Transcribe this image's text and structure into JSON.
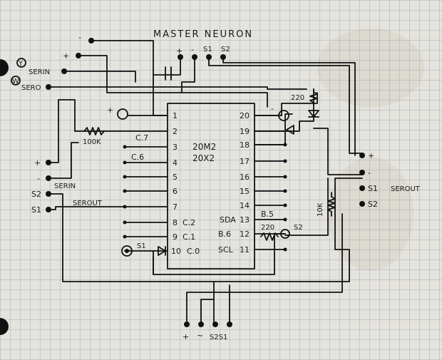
{
  "title": "MASTER NEURON",
  "chip": {
    "part": "20M2",
    "format": "20X2"
  },
  "top_header": {
    "plus": "+",
    "minus": "-",
    "s1": "S1",
    "s2": "S2"
  },
  "top_left": {
    "minus": "-",
    "plus": "+",
    "serin": "SERIN",
    "sero": "SERO",
    "serin_mark": "Y",
    "sero_mark": "W"
  },
  "left_header": {
    "plus": "+",
    "minus": "-",
    "serin": "SERIN",
    "s2": "S2",
    "s1": "S1",
    "serout": "SEROUT"
  },
  "right_header": {
    "plus": "+",
    "minus": "-",
    "s1": "S1",
    "s2": "S2",
    "serout": "SEROUT"
  },
  "bottom_header": {
    "plus": "+",
    "minus": "~",
    "s2s1": "S2S1"
  },
  "pins_left": [
    {
      "num": "1",
      "name": ""
    },
    {
      "num": "2",
      "name": ""
    },
    {
      "num": "3",
      "name": ""
    },
    {
      "num": "4",
      "name": ""
    },
    {
      "num": "5",
      "name": ""
    },
    {
      "num": "6",
      "name": ""
    },
    {
      "num": "7",
      "name": ""
    },
    {
      "num": "8",
      "name": "C.2"
    },
    {
      "num": "9",
      "name": "C.1"
    },
    {
      "num": "10",
      "name": "C.0"
    }
  ],
  "pins_right": [
    {
      "num": "20",
      "name": ""
    },
    {
      "num": "19",
      "name": ""
    },
    {
      "num": "18",
      "name": ""
    },
    {
      "num": "17",
      "name": ""
    },
    {
      "num": "16",
      "name": ""
    },
    {
      "num": "15",
      "name": ""
    },
    {
      "num": "14",
      "name": ""
    },
    {
      "num": "13",
      "name": "SDA"
    },
    {
      "num": "12",
      "name": "B.6"
    },
    {
      "num": "11",
      "name": "SCL"
    }
  ],
  "annotations": {
    "c7": "C.7",
    "c6": "C.6",
    "r_100k": "100K",
    "r_220_top": "220",
    "r_220_mid": "220",
    "r_10k": "10K",
    "b5": "B.5",
    "s2_pin": "S2",
    "s1_pin": "S1",
    "plus_cap": "+",
    "minus_led": "-"
  }
}
